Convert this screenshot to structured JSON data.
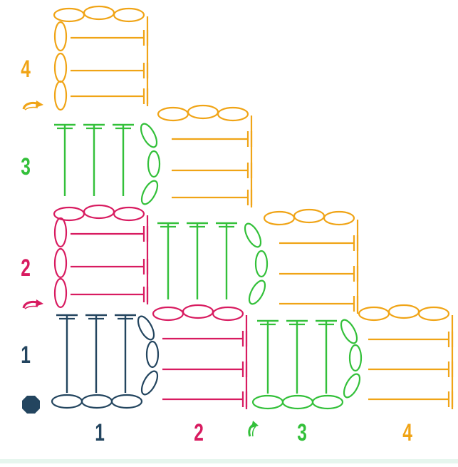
{
  "colors": {
    "navy": "#23455f",
    "magenta": "#d81b60",
    "green": "#33c03a",
    "orange": "#f0a416"
  },
  "row_labels": [
    {
      "text": "1",
      "color": "navy"
    },
    {
      "text": "2",
      "color": "magenta"
    },
    {
      "text": "3",
      "color": "green"
    },
    {
      "text": "4",
      "color": "orange"
    }
  ],
  "column_labels": [
    {
      "text": "1",
      "color": "navy"
    },
    {
      "text": "2",
      "color": "magenta"
    },
    {
      "text": "3",
      "color": "green"
    },
    {
      "text": "4",
      "color": "orange"
    }
  ],
  "icons": {
    "start_marker": "start-marker-icon",
    "turn_arrow": "turn-arrow-icon",
    "up_arrow": "up-arrow-icon"
  }
}
